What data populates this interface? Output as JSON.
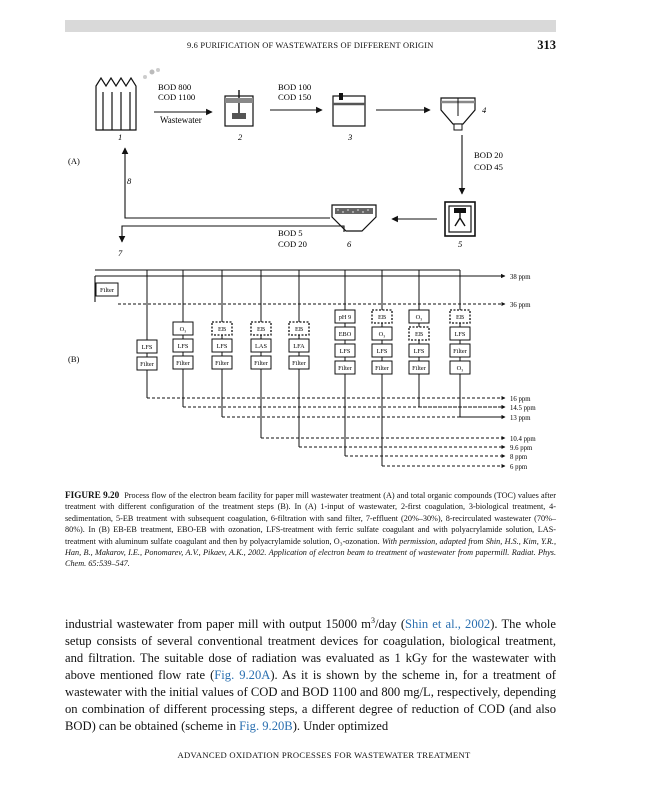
{
  "header": {
    "running_title": "9.6 PURIFICATION OF WASTEWATERS OF DIFFERENT ORIGIN",
    "page_number": "313"
  },
  "figure": {
    "panel_a": {
      "label": "(A)",
      "stage_values": [
        {
          "bod": "BOD 800",
          "cod": "COD 1100"
        },
        {
          "bod": "BOD 100",
          "cod": "COD 150"
        },
        {
          "bod": "BOD 20",
          "cod": "COD 45"
        },
        {
          "bod": "BOD 5",
          "cod": "COD 20"
        }
      ],
      "wastewater_label": "Wastewater",
      "step_numbers": [
        "1",
        "2",
        "3",
        "4",
        "5",
        "6",
        "7",
        "8"
      ]
    },
    "panel_b": {
      "label": "(B)",
      "filter_box": "Filter",
      "columns": [
        [
          "LFS",
          "Filter"
        ],
        [
          "O₃",
          "LFS",
          "Filter"
        ],
        [
          "EB",
          "LFS",
          "Filter"
        ],
        [
          "EB",
          "LAS",
          "Filter"
        ],
        [
          "EB",
          "LFA",
          "Filter"
        ],
        [
          "pH 9",
          "EBO",
          "LFS",
          "Filter"
        ],
        [
          "EB",
          "O₃",
          "LFS",
          "Filter"
        ],
        [
          "O₃",
          "EB",
          "LFS",
          "Filter"
        ],
        [
          "EB",
          "LFS",
          "Filter",
          "O₃"
        ]
      ],
      "outputs": [
        "38 ppm",
        "36 ppm",
        "16 ppm",
        "14.5 ppm",
        "13 ppm",
        "10.4 ppm",
        "9.6 ppm",
        "8 ppm",
        "6 ppm"
      ]
    }
  },
  "caption": {
    "label": "FIGURE 9.20",
    "text": "Process flow of the electron beam facility for paper mill wastewater treatment (A) and total organic compounds (TOC) values after treatment with different configuration of the treatment steps (B). In (A) 1-input of wastewater, 2-first coagulation, 3-biological treatment, 4-sedimentation, 5-EB treatment with subsequent coagulation, 6-filtration with sand filter, 7-effluent (20%–30%), 8-recirculated wastewater (70%–80%). In (B) EB-EB treatment, EBO-EB with ozonation, LFS-treatment with ferric sulfate coagulant and with polyacrylamide solution, LAS-treatment with aluminum sulfate coagulant and then by polyacrylamide solution, O₃-ozonation.",
    "permission": "With permission, adapted from Shin, H.S., Kim, Y.R., Han, B., Makarov, I.E., Ponomarev, A.V., Pikaev, A.K., 2002. Application of electron beam to treatment of wastewater from papermill. Radiat. Phys. Chem. 65:539–547."
  },
  "body": {
    "p1": "industrial wastewater from paper mill with output 15000 m",
    "p1_sup": "3",
    "p2": "/day (",
    "ref1": "Shin et al., 2002",
    "p3": "). The whole setup consists of several conventional treatment devices for coagulation, biological treatment, and filtration. The suitable dose of radiation was evaluated as 1 kGy for the wastewater with above mentioned flow rate (",
    "ref2": "Fig. 9.20A",
    "p4": "). As it is shown by the scheme in, for a treatment of wastewater with the initial values of COD and BOD 1100 and 800 mg/L, respectively, depending on combination of different processing steps, a different degree of reduction of COD (and also BOD) can be obtained (scheme in ",
    "ref3": "Fig. 9.20B",
    "p5": "). Under optimized"
  },
  "footer": {
    "text": "ADVANCED OXIDATION PROCESSES FOR WASTEWATER TREATMENT"
  }
}
